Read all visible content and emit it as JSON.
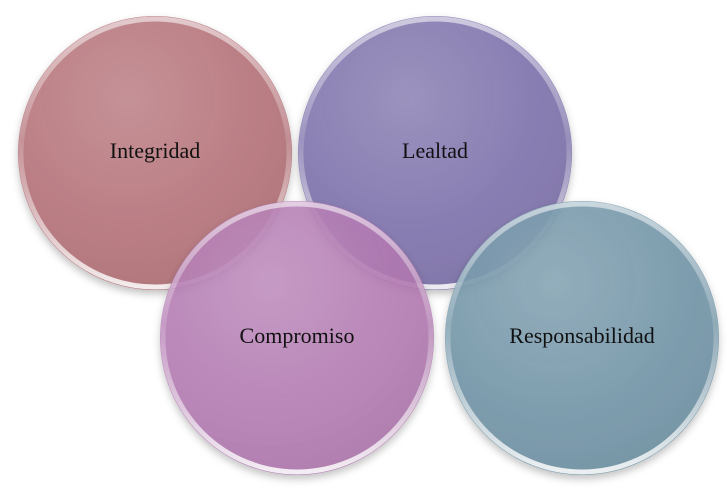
{
  "diagram": {
    "circles": [
      {
        "label": "Integridad",
        "color": "#b5737a"
      },
      {
        "label": "Lealtad",
        "color": "#7f73ad"
      },
      {
        "label": "Compromiso",
        "color": "#b175b0"
      },
      {
        "label": "Responsabilidad",
        "color": "#6e93a6"
      }
    ]
  }
}
